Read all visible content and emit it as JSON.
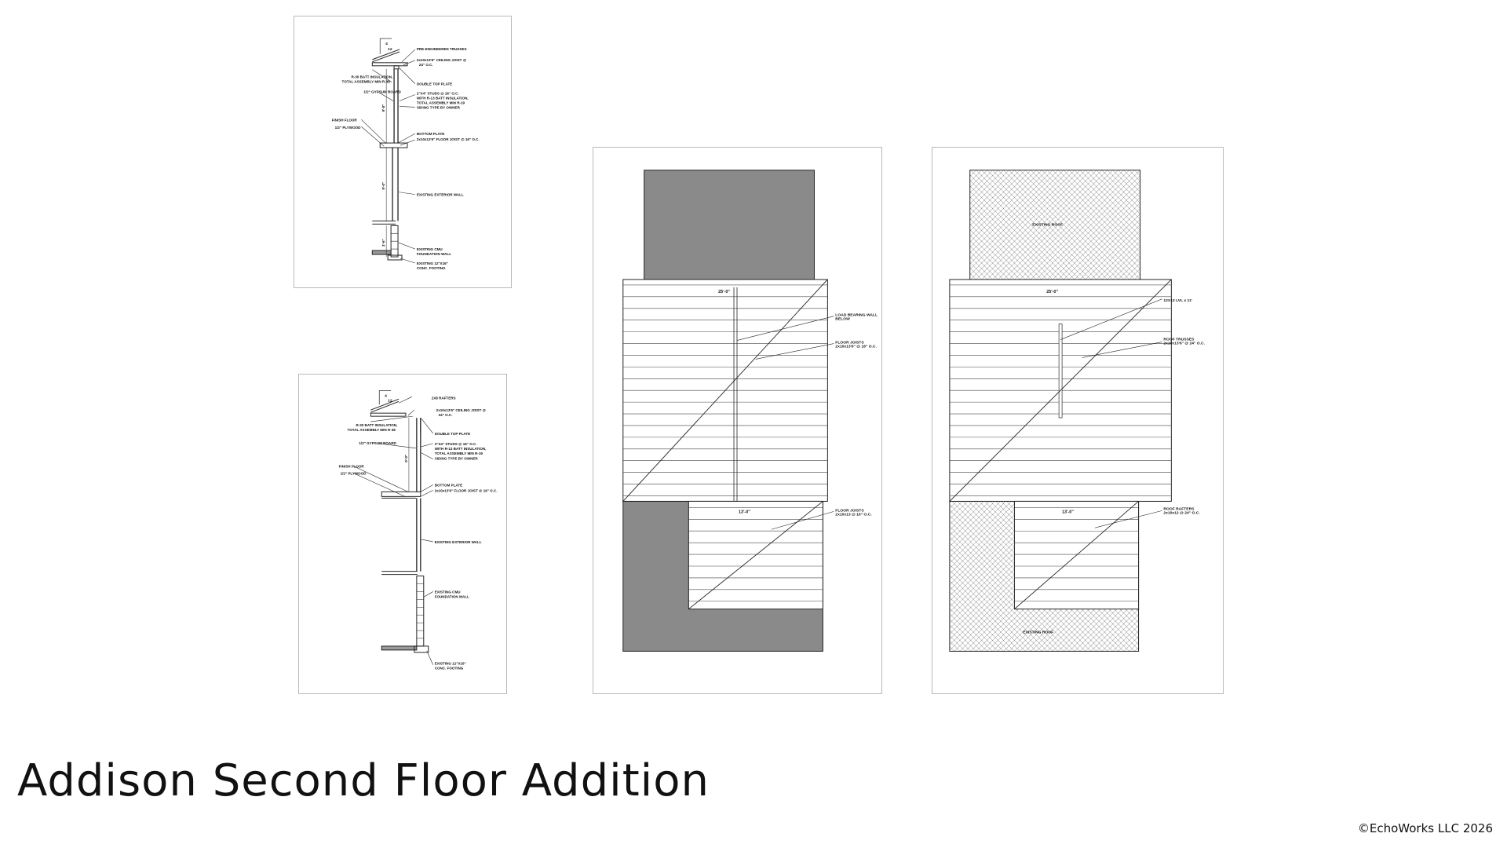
{
  "page": {
    "title": "Addison Second Floor Addition",
    "copyright": "©EchoWorks LLC 2026"
  },
  "section_a": {
    "slope_rise": "4",
    "slope_run": "12",
    "wall_height_upper": "9'-0\"",
    "wall_height_lower": "9'-0\"",
    "footing_dim": "3'-6\"",
    "labels": {
      "trusses": "PRE-ENGINEERED TRUSSES",
      "ceiling_joist_1": "2x10x13'6\" CEILING JOIST @",
      "ceiling_joist_2": "24\" O.C.",
      "batt_1": "R-30 BATT INSULATION,",
      "batt_2": "TOTAL ASSEMBLY MIN R-38",
      "double_top_plate": "DOUBLE TOP PLATE",
      "gypsum": "1/2\" GYPSUM BOARD",
      "studs_1": "2\"X4\" STUDS @ 16\" O.C.",
      "studs_2": "WITH R-13 BATT INSULATION,",
      "studs_3": "TOTAL ASSEMBLY MIN R-19",
      "siding": "SIDING TYPE BY OWNER",
      "finish_floor": "FINISH FLOOR",
      "plywood": "1/2\" PLYWOOD",
      "bottom_plate": "BOTTOM PLATE",
      "floor_joist": "2x10x13'6\" FLOOR JOIST @ 16\" O.C.",
      "ext_wall": "EXISTING EXTERIOR WALL",
      "cmu_1": "EXISTING CMU",
      "cmu_2": "FOUNDATION WALL",
      "footing_1": "EXISTING 12\"X16\"",
      "footing_2": "CONC. FOOTING"
    }
  },
  "section_b": {
    "slope_rise": "4",
    "slope_run": "12",
    "wall_height_upper": "9'-0\"",
    "labels": {
      "rafters": "2X8 RAFTERS",
      "ceiling_joist_1": "2x10x13'6\" CEILING JOIST @",
      "ceiling_joist_2": "24\" O.C.",
      "batt_1": "R-30 BATT INSULATION,",
      "batt_2": "TOTAL ASSEMBLY MIN R-38",
      "double_top_plate": "DOUBLE TOP PLATE",
      "gypsum": "1/2\" GYPSUM BOARD",
      "studs_1": "2\"X4\" STUDS @ 16\" O.C.",
      "studs_2": "WITH R-13 BATT INSULATION,",
      "studs_3": "TOTAL ASSEMBLY MIN R-19",
      "siding": "SIDING TYPE BY OWNER",
      "finish_floor": "FINISH FLOOR",
      "plywood": "1/2\" PLYWOOD",
      "bottom_plate": "BOTTOM PLATE",
      "floor_joist": "2x10x13'6\" FLOOR JOIST @ 16\" O.C.",
      "ext_wall": "EXISTING EXTERIOR WALL",
      "cmu_1": "EXISTING CMU",
      "cmu_2": "FOUNDATION WALL",
      "footing_1": "EXISTING 12\"X16\"",
      "footing_2": "CONC. FOOTING"
    }
  },
  "floor_plan": {
    "dim_top": "25'-0\"",
    "dim_bottom": "13'-0\"",
    "labels": {
      "bearing_1": "LOAD BEARING WALL",
      "bearing_2": "BELOW",
      "joists_1": "FLOOR JOISTS",
      "joists_2": "2x10x13'6\" @ 16\" O.C.",
      "joists_lower_1": "FLOOR JOISTS",
      "joists_lower_2": "2x10x13 @ 16\" O.C."
    }
  },
  "roof_plan": {
    "dim_top": "25'-0\"",
    "dim_bottom": "13'-0\"",
    "labels": {
      "existing_roof_top": "EXISTING ROOF",
      "lvl": "12X12 LVL x 11'",
      "trusses_1": "ROOF TRUSSES",
      "trusses_2": "2x10x13'6\" @ 24\" O.C.",
      "rafters_1": "ROOF RAFTERS",
      "rafters_2": "2x10x12 @ 24\" O.C.",
      "existing_roof_bottom": "EXISTING ROOF"
    }
  },
  "colors": {
    "existing_fill": "#8a8a8a",
    "line": "#222222",
    "sheet_border": "#b9b9b9"
  }
}
